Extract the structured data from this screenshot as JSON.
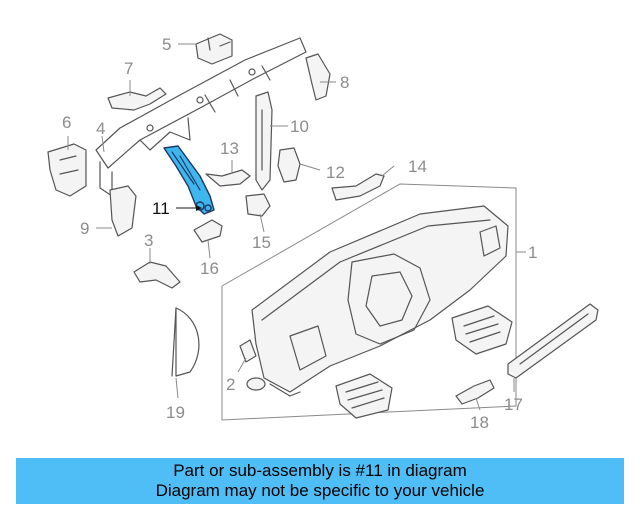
{
  "diagram": {
    "highlight_color": "#3fb6ee",
    "highlighted_part": "11",
    "callouts": {
      "c1": "1",
      "c2": "2",
      "c3": "3",
      "c4": "4",
      "c5": "5",
      "c6": "6",
      "c7": "7",
      "c8": "8",
      "c9": "9",
      "c10": "10",
      "c11": "11",
      "c12": "12",
      "c13": "13",
      "c14": "14",
      "c15": "15",
      "c16": "16",
      "c17": "17",
      "c18": "18",
      "c19": "19"
    }
  },
  "banner": {
    "line1": "Part or sub-assembly is #11 in diagram",
    "line2": "Diagram may not be specific to your vehicle",
    "color": "#4fbef6"
  }
}
